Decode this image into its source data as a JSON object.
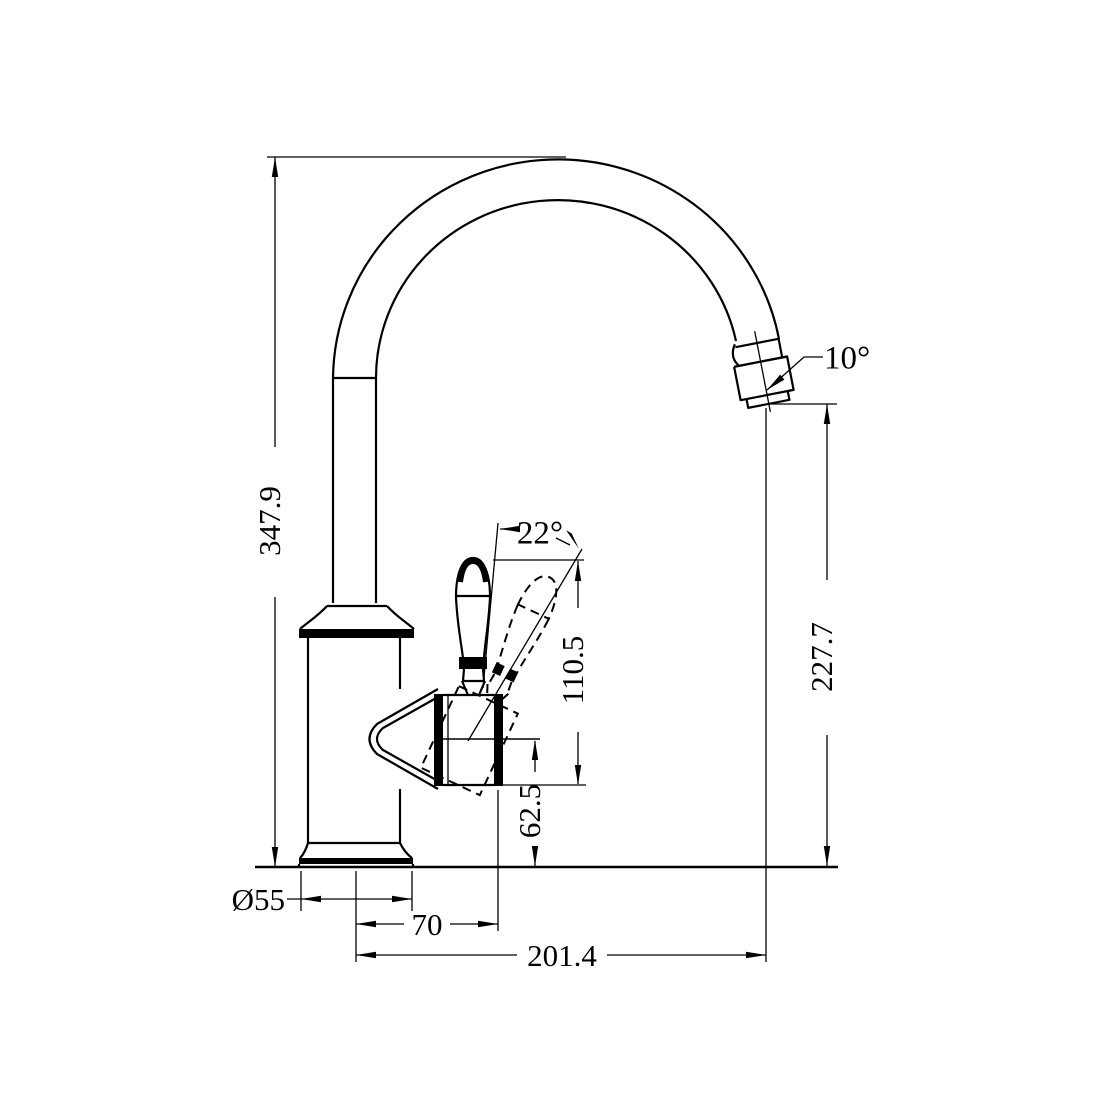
{
  "drawing": {
    "background_color": "#ffffff",
    "line_color": "#000000",
    "dimensions": {
      "overall_height": "347.9",
      "outlet_height": "227.7",
      "handle_height": "110.5",
      "spout_center_height": "62.5",
      "base_diameter": "Ø55",
      "handle_offset": "70",
      "spout_reach": "201.4"
    },
    "angles": {
      "outlet_angle": "10°",
      "handle_swing_angle": "22°"
    }
  }
}
